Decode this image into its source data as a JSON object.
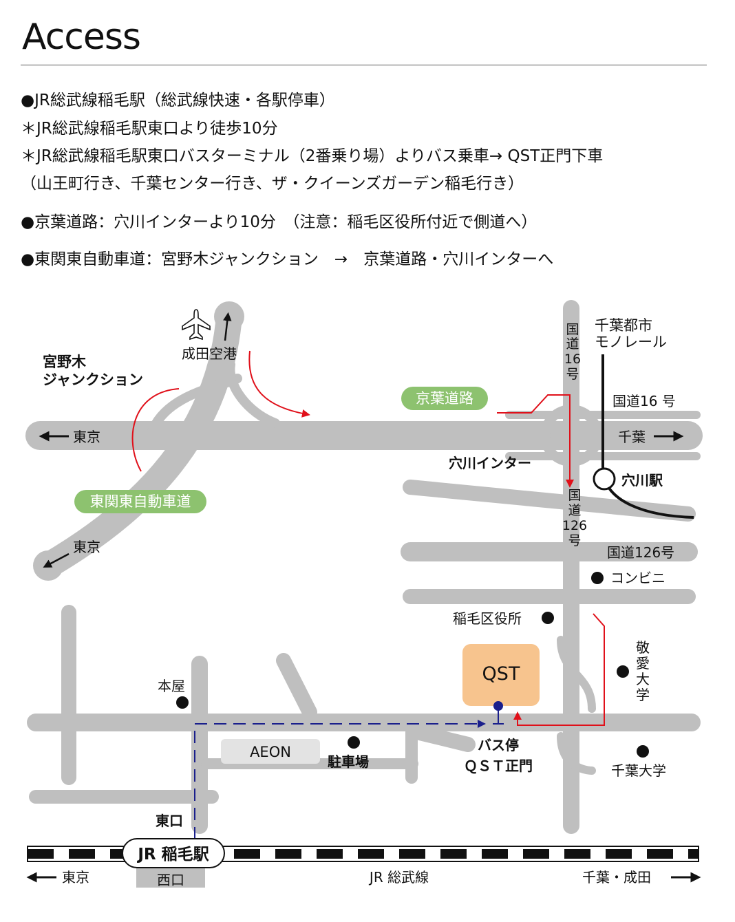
{
  "title": "Access",
  "info": [
    "●JR総武線稲毛駅（総武線快速・各駅停車）",
    "＊JR総武線稲毛駅東口より徒歩10分",
    "＊JR総武線稲毛駅東口バスターミナル（2番乗り場）よりバス乗車→ QST正門下車",
    "（山王町行き、千葉センター行き、ザ・クイーンズガーデン稲毛行き）",
    "●京葉道路：穴川インターより10分　（注意：稲毛区役所付近で側道へ）",
    "●東関東自動車道：宮野木ジャンクション　→　京葉道路・穴川インターへ"
  ],
  "map": {
    "labels": {
      "airport": "成田空港",
      "junction_l1": "宮野木",
      "junction_l2": "ジャンクション",
      "keiyo_road": "京葉道路",
      "tokyo_west": "東京",
      "chiba_east": "千葉",
      "anagawa_ic": "穴川インター",
      "higashi_kanto_expressway": "東関東自動車道",
      "tokyo_sw": "東京",
      "route16_v1": "国",
      "route16_v2": "道",
      "route16_v3": "16",
      "route16_v4": "号",
      "monorail_l1": "千葉都市",
      "monorail_l2": "モノレール",
      "route16_h": "国道16 号",
      "anagawa_station": "穴川駅",
      "route126_v1": "国",
      "route126_v2": "道",
      "route126_v3": "126",
      "route126_v4": "号",
      "route126_h": "国道126号",
      "convenience_store": "コンビニ",
      "ward_office": "稲毛区役所",
      "qst": "QST",
      "keiai_1": "敬",
      "keiai_2": "愛",
      "keiai_3": "大",
      "keiai_4": "学",
      "motoya": "本屋",
      "aeon": "AEON",
      "parking": "駐車場",
      "bus_stop_l1": "バス停",
      "bus_stop_l2": "ＱＳＴ正門",
      "chiba_university": "千葉大学",
      "east_exit": "東口",
      "station": "JR 稲毛駅",
      "west_exit": "西口",
      "rail_tokyo": "東京",
      "rail_line": "JR 総武線",
      "rail_chiba_narita": "千葉・成田"
    },
    "colors": {
      "road": "#bfbfbf",
      "route": "#e0101a",
      "walk_route": "#1a1f8c",
      "road_badge": "#8dc26f",
      "qst_box": "#f7c48e",
      "aeon_box": "#e3e3e3",
      "rail": "#111111"
    }
  }
}
